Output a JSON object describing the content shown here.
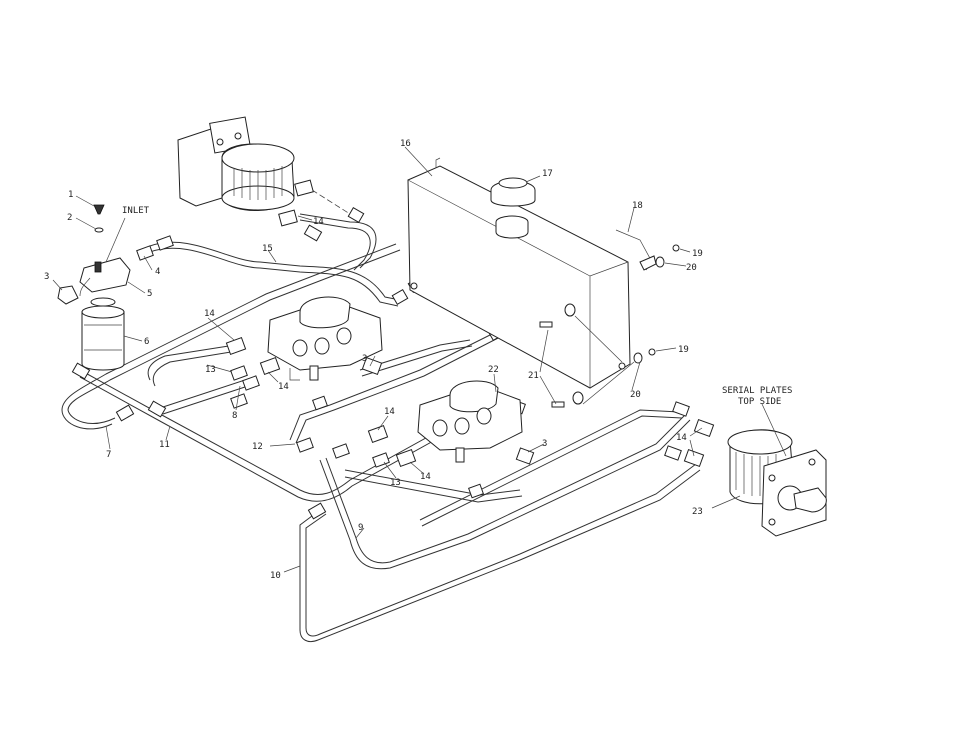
{
  "labels": {
    "inlet": "INLET",
    "serial_line1": "SERIAL PLATES",
    "serial_line2": "TOP SIDE"
  },
  "callouts": {
    "c1": "1",
    "c2": "2",
    "c3a": "3",
    "c4": "4",
    "c5": "5",
    "c6": "6",
    "c7": "7",
    "c8": "8",
    "c9": "9",
    "c10": "10",
    "c11": "11",
    "c12": "12",
    "c13a": "13",
    "c13b": "13",
    "c14a": "14",
    "c14b": "14",
    "c14c": "14",
    "c14d": "14",
    "c14e": "14",
    "c14f": "14",
    "c15": "15",
    "c16": "16",
    "c17": "17",
    "c18": "18",
    "c19a": "19",
    "c19b": "19",
    "c20a": "20",
    "c20b": "20",
    "c21": "21",
    "c22": "22",
    "c23": "23",
    "c3b": "3",
    "c3c": "3"
  }
}
